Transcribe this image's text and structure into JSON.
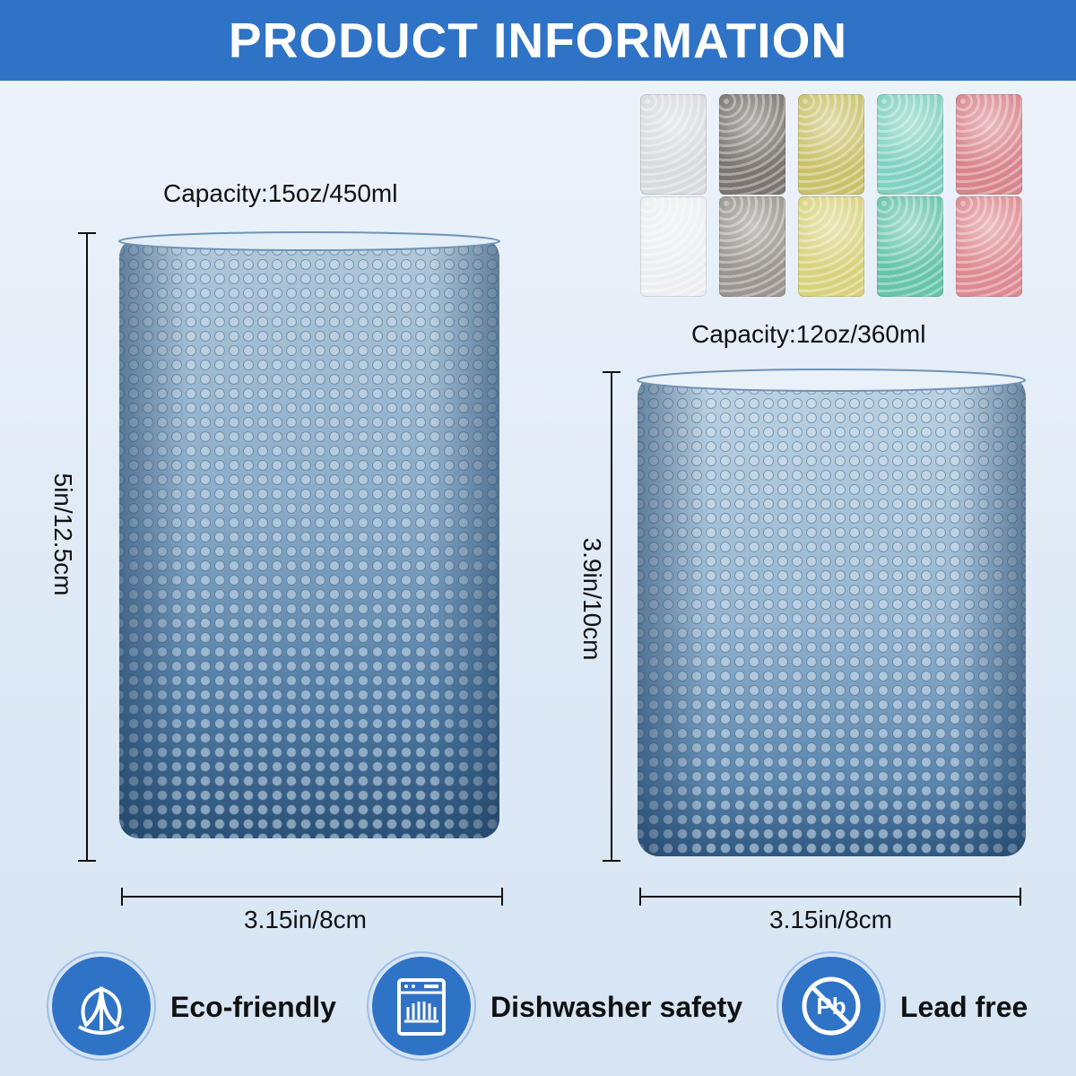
{
  "header": {
    "title": "PRODUCT INFORMATION"
  },
  "large_glass": {
    "capacity": "Capacity:15oz/450ml",
    "height": "5in/12.5cm",
    "width": "3.15in/8cm"
  },
  "small_glass": {
    "capacity": "Capacity:12oz/360ml",
    "height": "3.9in/10cm",
    "width": "3.15in/8cm"
  },
  "color_options": {
    "row1": [
      "#d8dadd",
      "#7a7570",
      "#c9c16a",
      "#7fd1bd",
      "#d8848c"
    ],
    "row2": [
      "#eceef0",
      "#9a9590",
      "#d8d27d",
      "#66c4a8",
      "#dd8a92"
    ]
  },
  "glass_color": "#5f86a8",
  "features": [
    {
      "icon": "leaf-icon",
      "label": "Eco-friendly"
    },
    {
      "icon": "dishwasher-icon",
      "label": "Dishwasher safety"
    },
    {
      "icon": "no-lead-icon",
      "label": "Lead free"
    }
  ]
}
